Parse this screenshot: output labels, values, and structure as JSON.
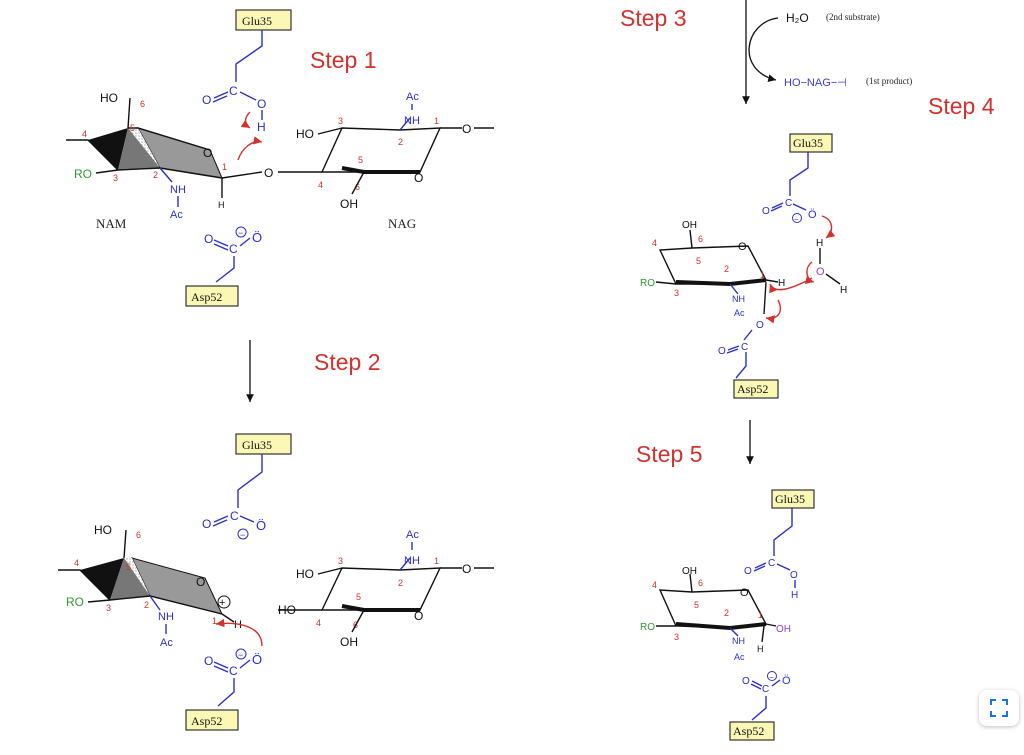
{
  "steps": {
    "s1": "Step 1",
    "s2": "Step 2",
    "s3": "Step 3",
    "s4": "Step 4",
    "s5": "Step 5"
  },
  "residues": {
    "glu": "Glu35",
    "asp": "Asp52"
  },
  "sugars": {
    "nam": "NAM",
    "nag": "NAG"
  },
  "atoms": {
    "ho": "HO",
    "oh": "OH",
    "ro": "RO",
    "o": "O",
    "h": "H",
    "c": "C",
    "nh": "NH",
    "ac": "Ac",
    "plus": "+",
    "minus": "−",
    "lonepair": "..",
    "o_dots": "Ö"
  },
  "numbers": [
    "1",
    "2",
    "3",
    "4",
    "5",
    "6"
  ],
  "hydrolysis": {
    "water": "H₂O",
    "water_note": "(2nd substrate)",
    "product": "HO−NAG−⊣",
    "product_note": "(1st product)"
  },
  "icons": {
    "expand": "expand-icon"
  },
  "colors": {
    "step": "#d3312c",
    "chain": "#2b2fd0",
    "box": "#fbf7b5",
    "ro": "#2f9a2f"
  }
}
